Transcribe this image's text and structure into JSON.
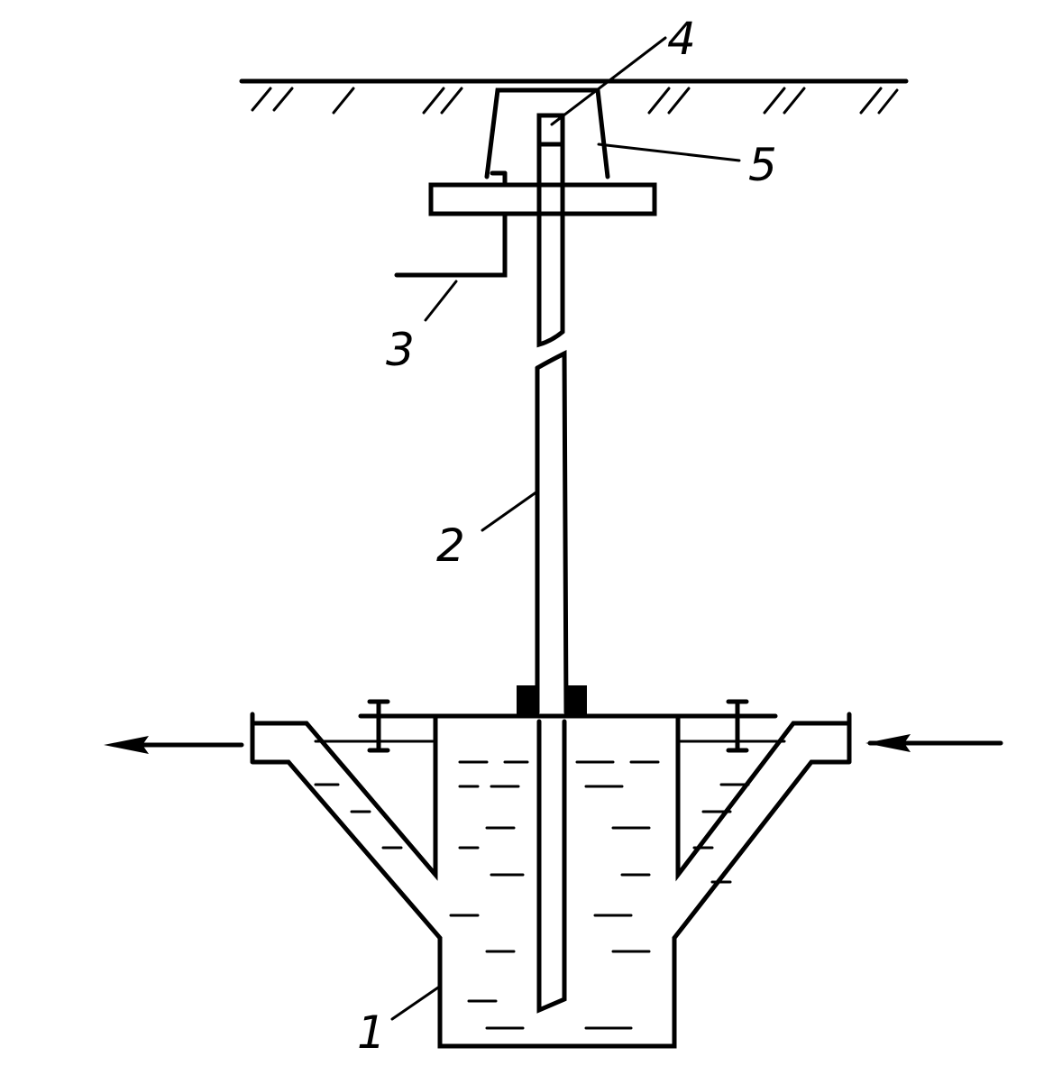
{
  "labels": {
    "tank": "1",
    "rod": "2",
    "pipe": "3",
    "fitting": "4",
    "housing": "5"
  }
}
